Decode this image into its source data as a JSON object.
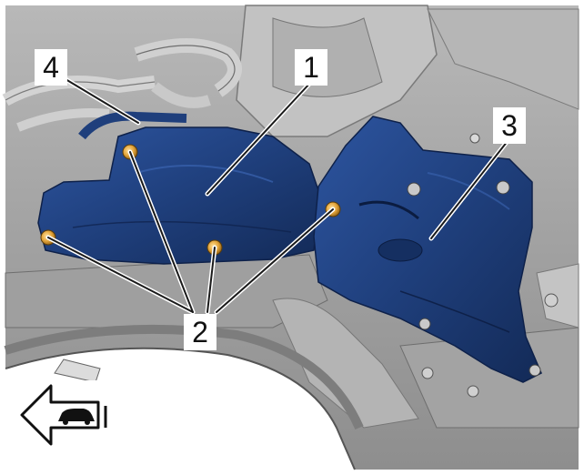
{
  "callouts": [
    {
      "id": "callout-1",
      "text": "1"
    },
    {
      "id": "callout-2",
      "text": "2"
    },
    {
      "id": "callout-3",
      "text": "3"
    },
    {
      "id": "callout-4",
      "text": "4"
    }
  ],
  "direction_icon": {
    "name": "arrow-forward-vehicle-icon",
    "direction": "forward"
  },
  "colors": {
    "shield": "#1f3f7c",
    "shield_dark": "#132a57",
    "fastener": "#e3a43a",
    "engine_gray": "#a9a9a9",
    "leader": "#1a1a1a"
  }
}
